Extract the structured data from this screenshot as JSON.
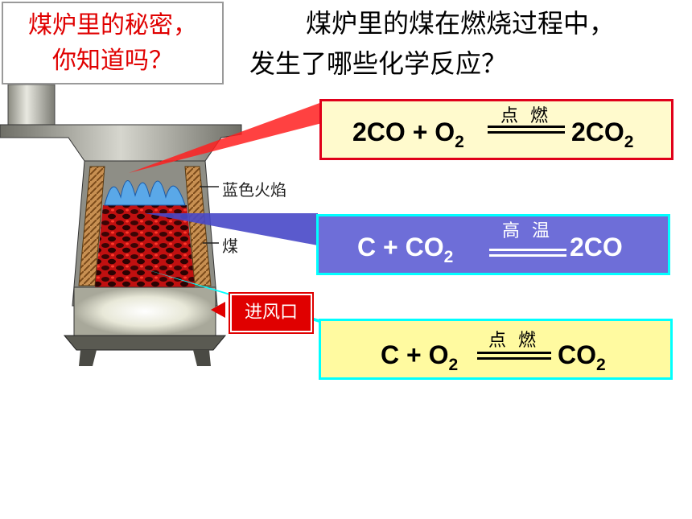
{
  "title_box": {
    "line1": "煤炉里的秘密，",
    "line2": "你知道吗？"
  },
  "question": {
    "line1": "煤炉里的煤在燃烧过程中，",
    "line2": "发生了哪些化学反应？"
  },
  "labels": {
    "flame": "蓝色火焰",
    "coal": "煤",
    "vent": "进风口"
  },
  "equations": [
    {
      "left": "2CO + O",
      "left_sub": "2",
      "condition": "点 燃",
      "right": "2CO",
      "right_sub": "2"
    },
    {
      "left": "C +  CO",
      "left_sub": "2",
      "condition": "高 温",
      "right": "2CO",
      "right_sub": ""
    },
    {
      "left": "C + O",
      "left_sub": "2",
      "condition": "点 燃",
      "right": "CO",
      "right_sub": "2"
    }
  ],
  "colors": {
    "title_red": "#e00000",
    "eq1_bg": "#fffacd",
    "eq2_bg": "#6e6ed8",
    "eq3_bg": "#fffaa0",
    "cyan": "#00ffff"
  }
}
